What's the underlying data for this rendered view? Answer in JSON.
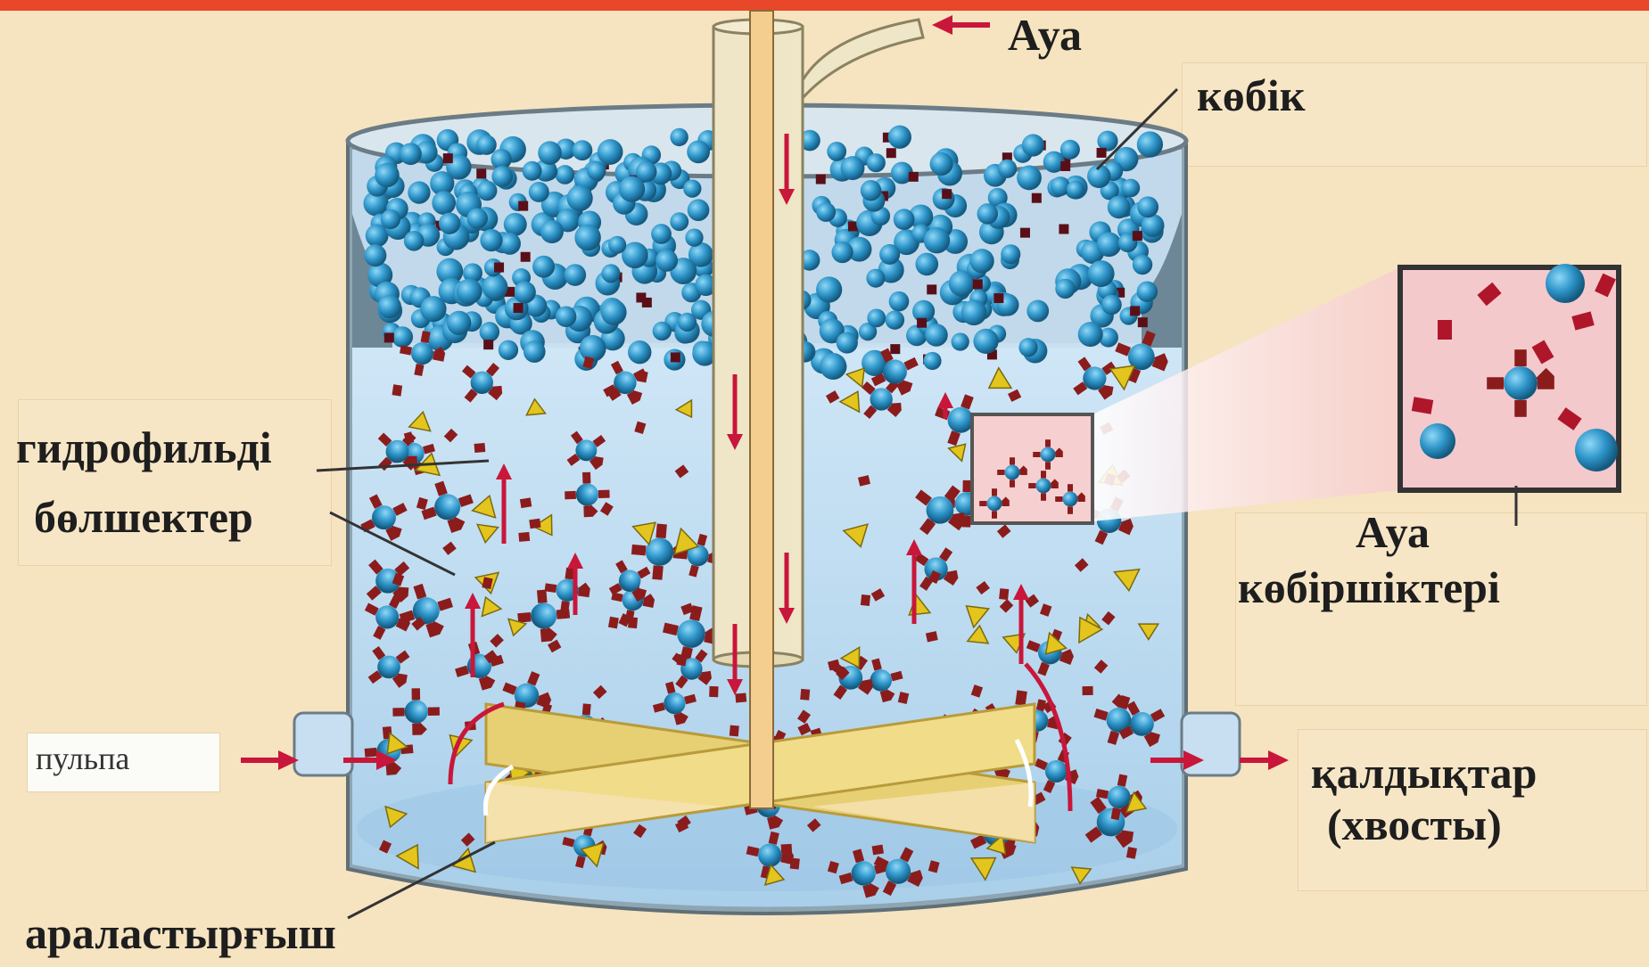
{
  "labels": {
    "air_in": "Ауа",
    "foam": "көбік",
    "hydrophilic_line1": "гидрофильді",
    "hydrophilic_line2": "бөлшектер",
    "bubbles_line1": "Ауа",
    "bubbles_line2": "көбіршіктері",
    "pulp": "пульпа",
    "tailings_line1": "қалдықтар",
    "tailings_line2": "(хвосты)",
    "mixer": "араластырғыш"
  },
  "colors": {
    "background": "#f6e3c0",
    "top_bar": "#e8472a",
    "water": "#bcdaf0",
    "bubble": "#2e95c9",
    "particle": "#8b1c1c",
    "hydrophilic": "#e3c51d",
    "arrow": "#c8173a",
    "impeller": "#e7cf74"
  },
  "icons": [
    "flotation-tank",
    "air-pipe",
    "foam-bubbles",
    "impeller",
    "air-bubble-icon",
    "hydrophobic-particle-icon",
    "hydrophilic-particle-icon",
    "flow-arrow"
  ]
}
